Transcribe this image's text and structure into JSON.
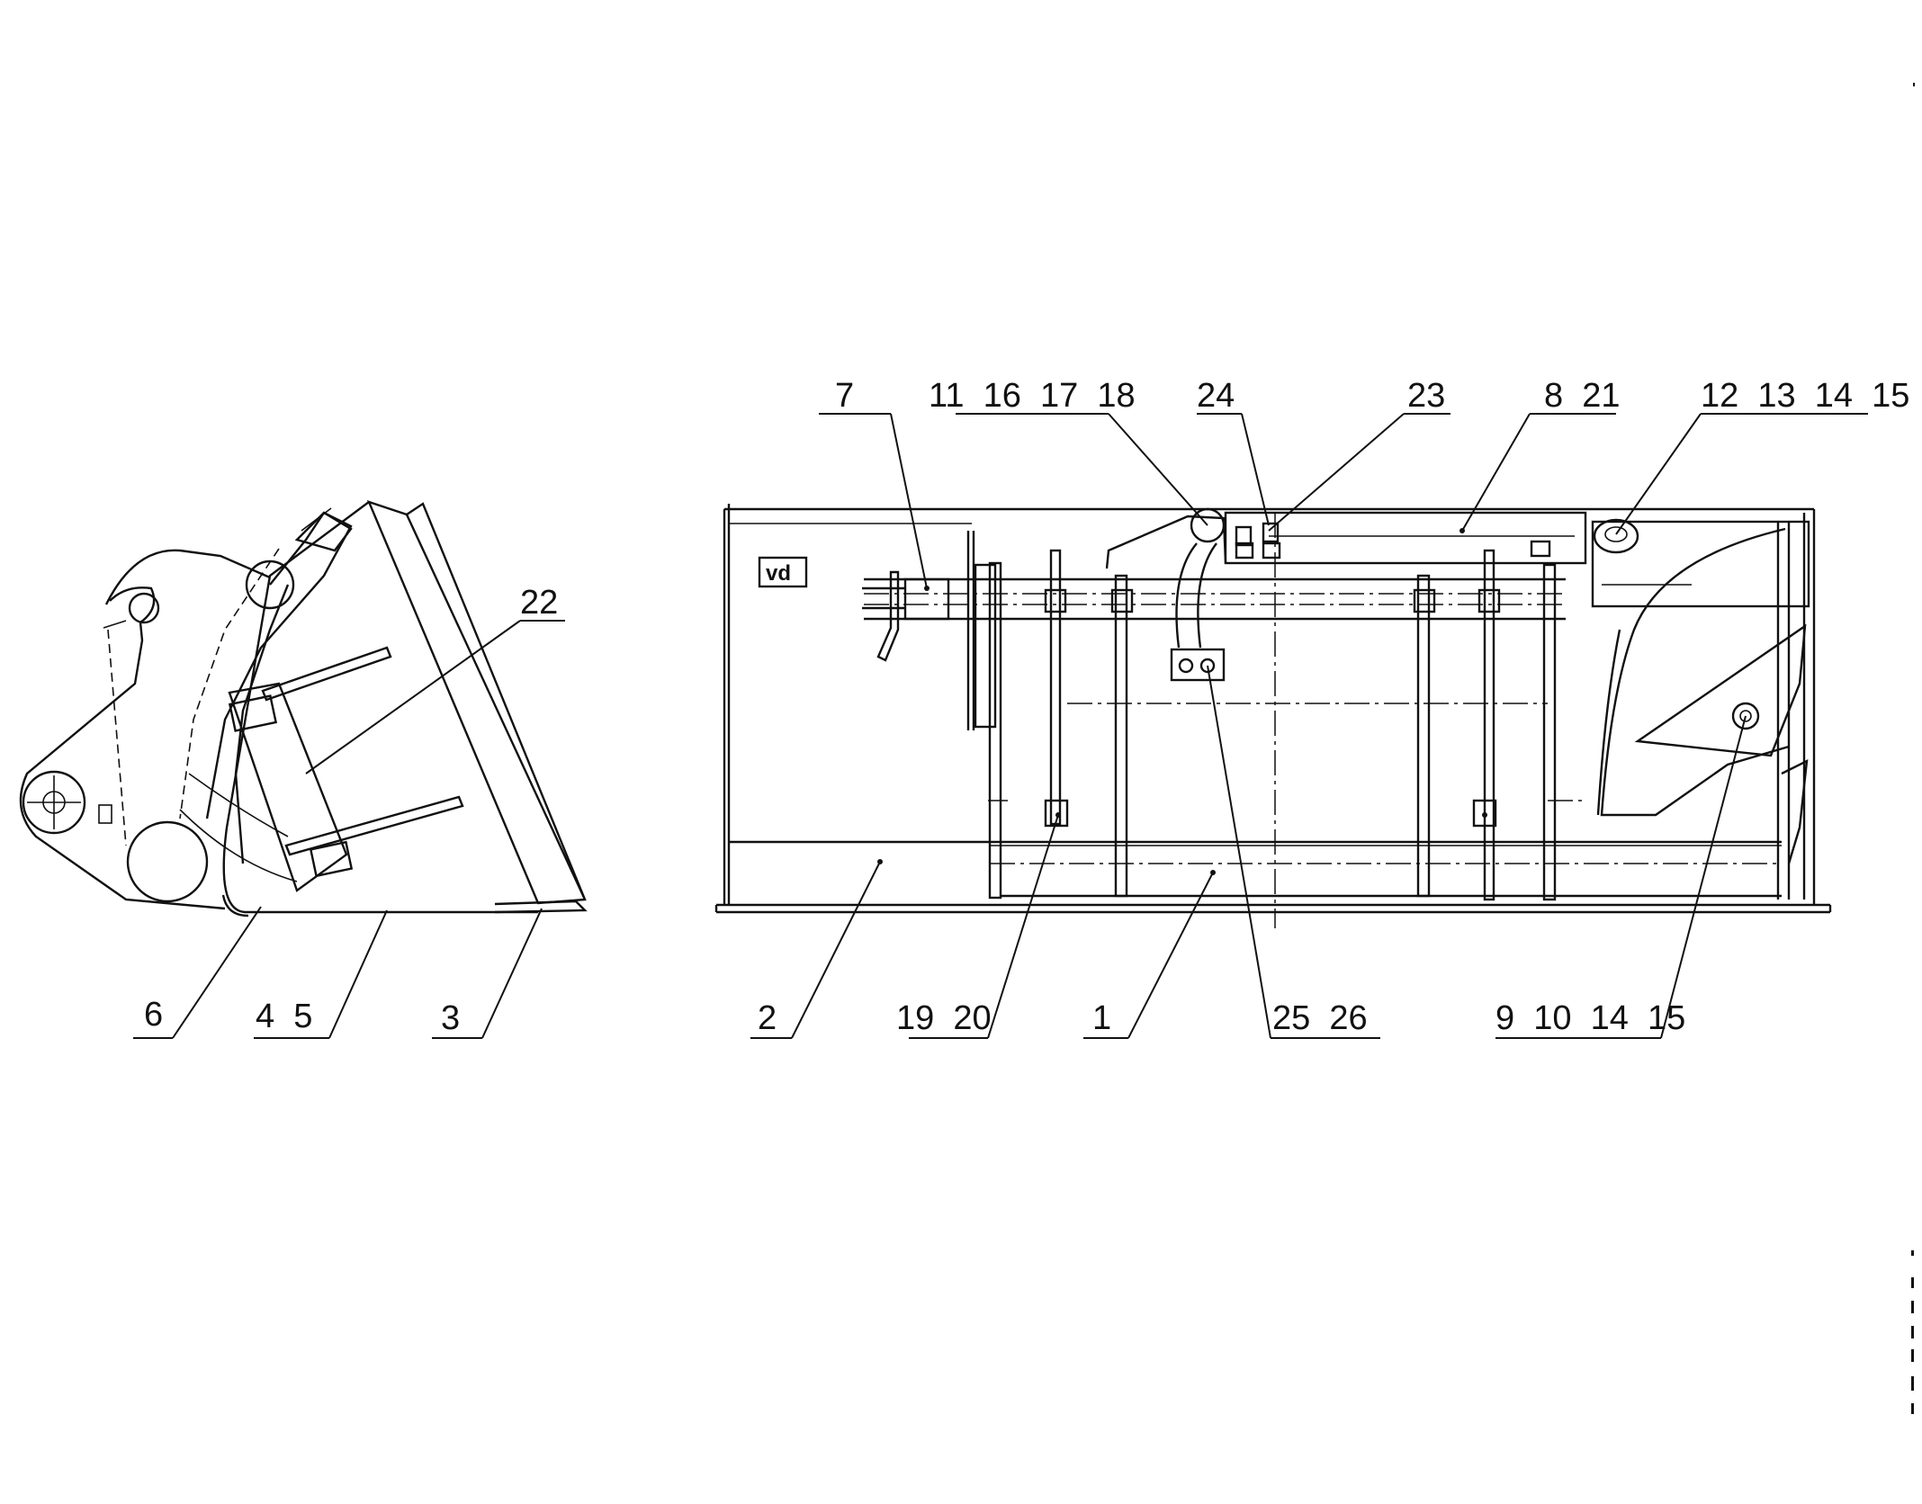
{
  "labels": {
    "l7": "7",
    "l11_16_17_18": "11  16  17  18",
    "l24": "24",
    "l23": "23",
    "l8_21": "8  21",
    "l12_13_14_15": "12  13  14  15",
    "l22": "22",
    "l6": "6",
    "l4_5": "4  5",
    "l3": "3",
    "l2": "2",
    "l19_20": "19  20",
    "l1": "1",
    "l25_26": "25  26",
    "l9_10_14_15": "9  10  14  15"
  }
}
